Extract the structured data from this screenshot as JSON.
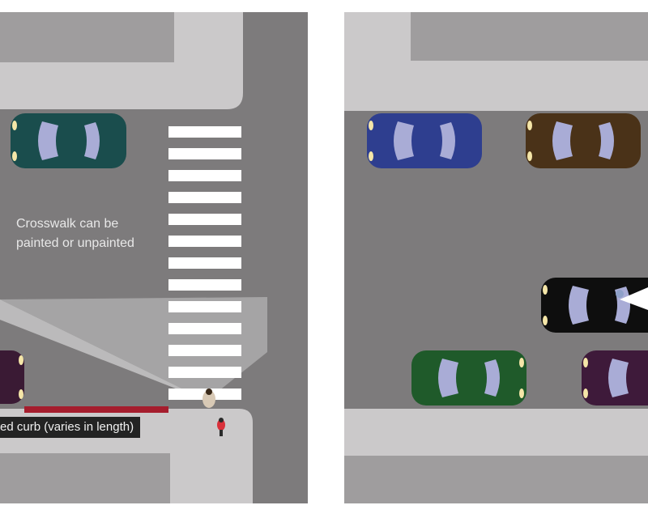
{
  "left_panel": {
    "crosswalk_caption_line1": "Crosswalk can be",
    "crosswalk_caption_line2": "painted or unpainted",
    "curb_caption": "ed curb (varies in length)"
  },
  "colors": {
    "road": "#7d7b7c",
    "sidewalk": "#cbc9ca",
    "block": "#9f9d9e",
    "crosswalk_stripes": "#ffffff",
    "red_curb": "#a51d2d",
    "car_teal": "#1a4d4d",
    "car_plum": "#3a1a34",
    "car_blue": "#2e3e8f",
    "car_brown": "#4a3218",
    "car_black": "#0e0e0e",
    "car_green": "#1f5a2a",
    "car_purple": "#3e1a3a",
    "windshield": "#a9acd6"
  }
}
